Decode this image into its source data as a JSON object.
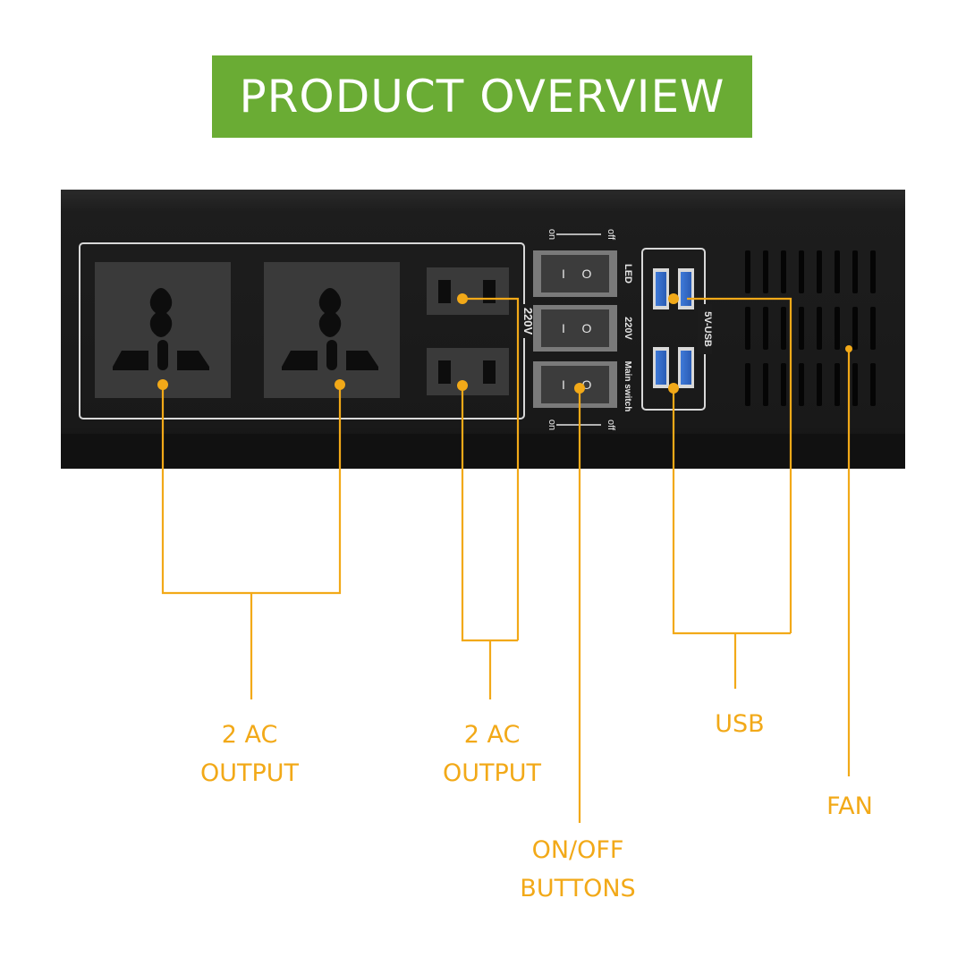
{
  "title": "PRODUCT OVERVIEW",
  "colors": {
    "title_bg": "#6aac34",
    "callout": "#f2a918",
    "panel": "#1c1c1c"
  },
  "panel": {
    "voltage_label": "220V",
    "switch_on": "on",
    "switch_off": "off",
    "switches": [
      "LED",
      "220V",
      "Main switch"
    ],
    "switch_symbol_off": "I",
    "switch_symbol_on": "O",
    "usb_label": "5V-USB"
  },
  "callouts": {
    "ac_universal": [
      "2 AC",
      "OUTPUT"
    ],
    "ac_small": [
      "2 AC",
      "OUTPUT"
    ],
    "buttons": [
      "ON/OFF",
      "BUTTONS"
    ],
    "usb": [
      "USB"
    ],
    "fan": [
      "FAN"
    ]
  }
}
